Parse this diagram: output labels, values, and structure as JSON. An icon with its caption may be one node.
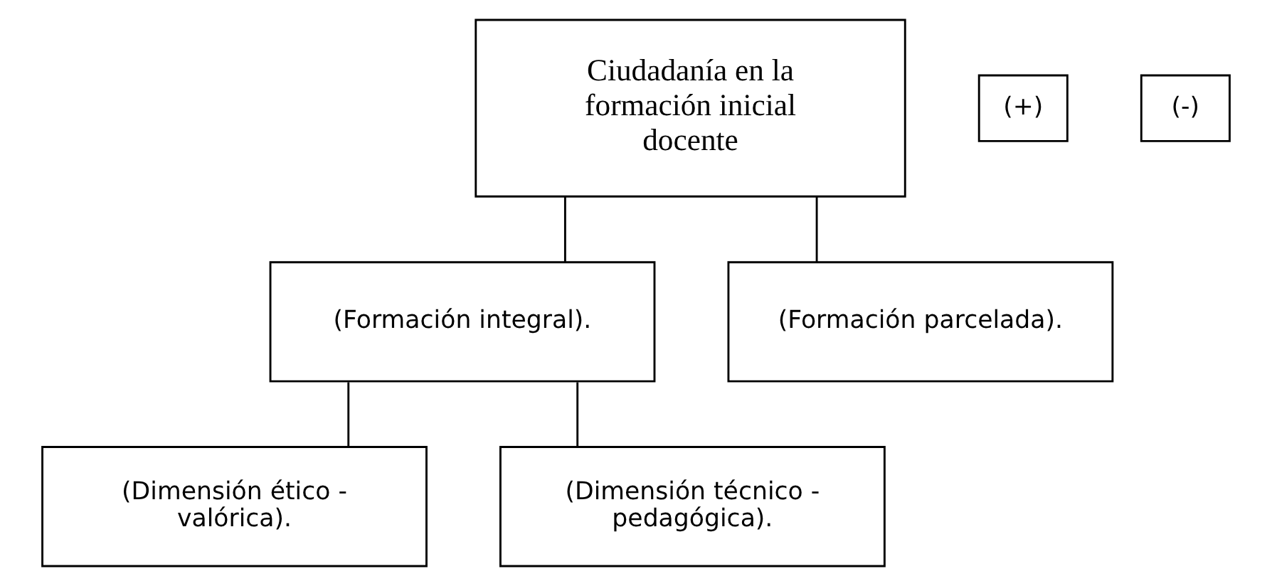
{
  "diagram": {
    "nodes": [
      {
        "text": [
          "Ciudadanía en la formación inicial docente"
        ]
      },
      {
        "text": [
          "(+)"
        ]
      },
      {
        "text": [
          "(-)"
        ]
      },
      {
        "text": [
          "(Formación integral)."
        ]
      },
      {
        "text": [
          "(Formación parcelada)."
        ]
      },
      {
        "text": [
          "(Dimensión ético - valórica)."
        ]
      },
      {
        "text": [
          "(Dimensión técnico - pedagógica)."
        ]
      }
    ],
    "edges": [
      {
        "from": 0,
        "to": 3,
        "arrow": "none"
      },
      {
        "from": 0,
        "to": 4,
        "arrow": "none"
      },
      {
        "from": 3,
        "to": 5,
        "arrow": "none"
      },
      {
        "from": 3,
        "to": 6,
        "arrow": "none"
      }
    ]
  }
}
